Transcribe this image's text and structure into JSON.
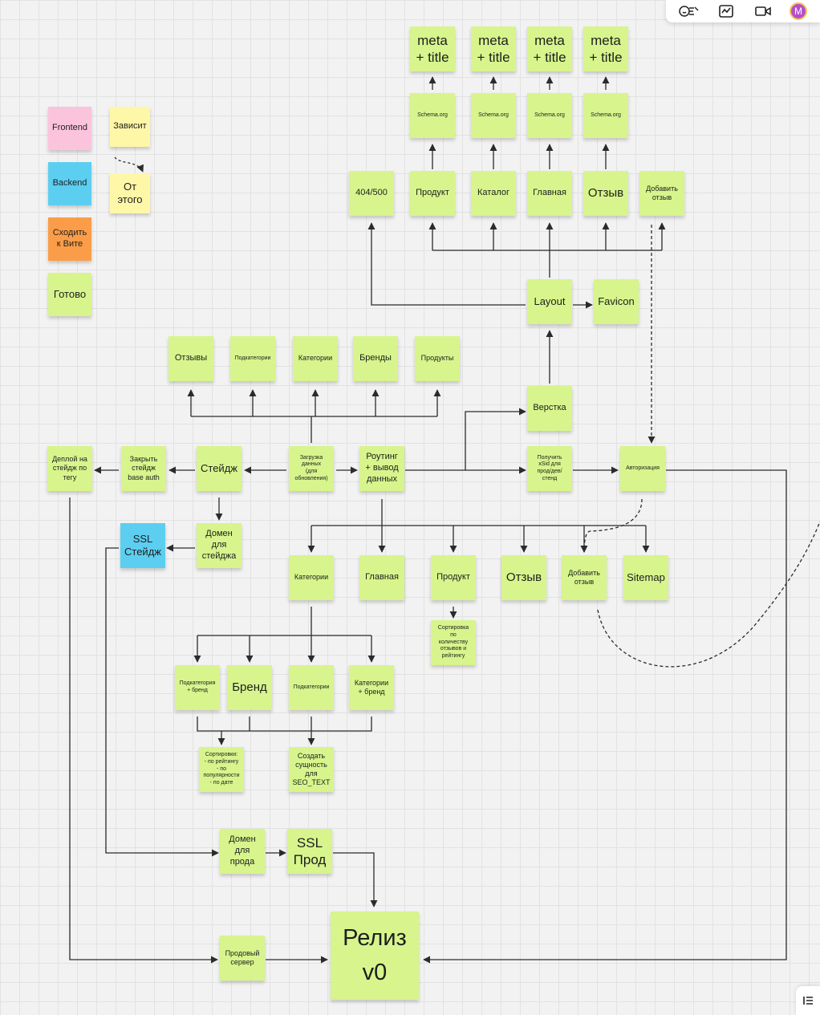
{
  "toolbar": {
    "icons": [
      "reactions-icon",
      "activity-icon",
      "video-icon"
    ],
    "avatar_letter": "M"
  },
  "legend": {
    "frontend": "Frontend",
    "depends": "Зависит",
    "backend": "Backend",
    "from_this": "От\nэтого",
    "ask_vitya": "Сходить\nк Вите",
    "done": "Готово"
  },
  "notes": {
    "meta_1": "meta\n+ title",
    "meta_2": "meta\n+ title",
    "meta_3": "meta\n+ title",
    "meta_4": "meta\n+ title",
    "schema_1": "Schema.org",
    "schema_2": "Schema.org",
    "schema_3": "Schema.org",
    "schema_4": "Schema.org",
    "page_404": "404/500",
    "page_product": "Продукт",
    "page_catalog": "Каталог",
    "page_main": "Главная",
    "page_review": "Отзыв",
    "add_review_top": "Добавить\nотзыв",
    "layout": "Layout",
    "favicon": "Favicon",
    "reviews_load": "Отзывы",
    "subcategories_load": "Подкатегории",
    "categories_load": "Категории",
    "brands_load": "Бренды",
    "products_load": "Продукты",
    "markup": "Верстка",
    "deploy_stage": "Деплой на\nстейдж по\nтегу",
    "close_stage": "Закрыть\nстейдж\nbase auth",
    "stage": "Стейдж",
    "data_load": "Загрузка\nданных\n(для\nобновления)",
    "routing": "Роутинг\n+ вывод\nданных",
    "get_xsid": "Получить\nxSid для\nпрод/дев/\nстенд",
    "auth": "Авторизация",
    "ssl_stage": "SSL\nСтейдж",
    "stage_domain": "Домен\nдля\nстейджа",
    "route_categories": "Категории",
    "route_main": "Главная",
    "route_product": "Продукт",
    "route_review": "Отзыв",
    "route_add_review": "Добавить\nотзыв",
    "sitemap": "Sitemap",
    "sort_by_reviews": "Сортировка\nпо\nколичеству\nотзывов и\nрейтингу",
    "subcat_brand": "Подкатегория\n+ бренд",
    "brand": "Бренд",
    "subcategories": "Подкатегории",
    "cat_brand": "Категории\n+ бренд",
    "sorting": "Сортировки:\n- по рейтингу\n- по\nпопулярности\n- по дате",
    "seo_entity": "Создать\nсущность\nдля\nSEO_TEXT",
    "prod_domain": "Домен\nдля\nпрода",
    "ssl_prod": "SSL\nПрод",
    "prod_server": "Продовый\nсервер",
    "release": "Релиз\nv0"
  },
  "colors": {
    "done": "#d7f58c",
    "frontend": "#fcc4dc",
    "dependency": "#fff7a8",
    "backend": "#5ccff1",
    "ask": "#fb9d48",
    "connector": "#2b2b2b"
  }
}
